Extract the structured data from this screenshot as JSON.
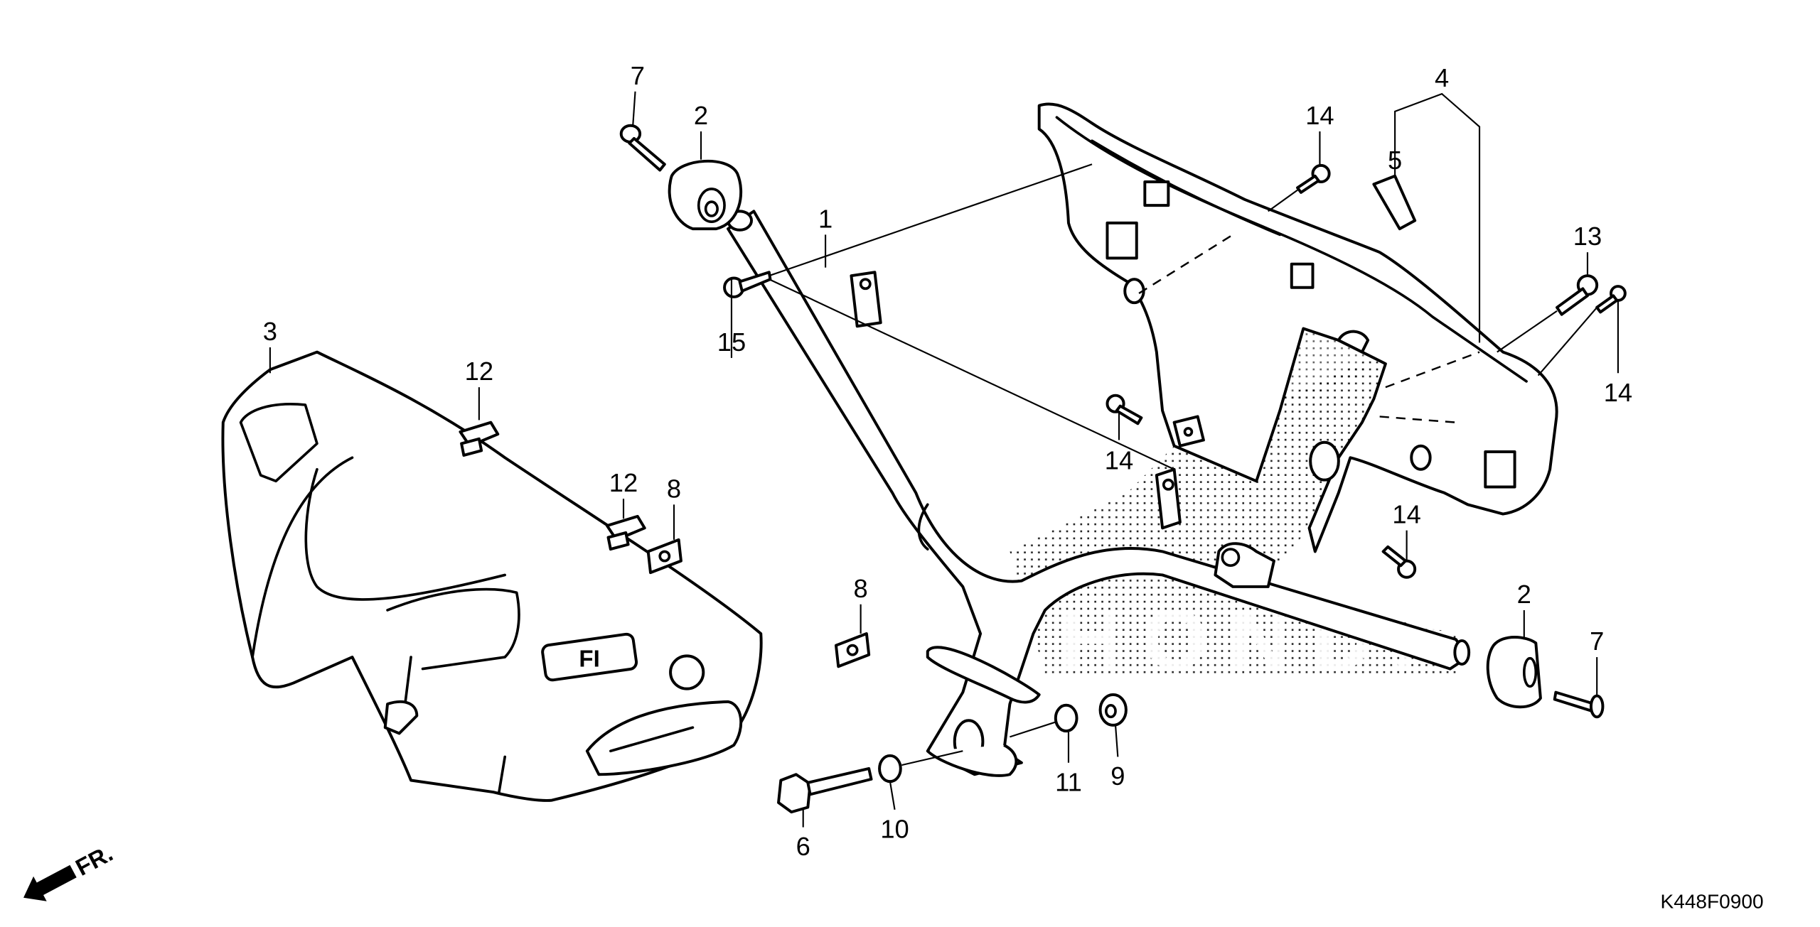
{
  "diagram": {
    "title": "Handle pipe / handle cover exploded parts diagram",
    "code": "K448F0900",
    "direction_indicator": "FR.",
    "watermark": "HONDA",
    "emblem_text": "FI",
    "callouts": [
      {
        "id": "c7a",
        "label": "7",
        "part": "bolt"
      },
      {
        "id": "c2a",
        "label": "2",
        "part": "handle weight bushing"
      },
      {
        "id": "c1",
        "label": "1",
        "part": "handle pipe"
      },
      {
        "id": "c3",
        "label": "3",
        "part": "front handle cover"
      },
      {
        "id": "c12a",
        "label": "12",
        "part": "clip"
      },
      {
        "id": "c12b",
        "label": "12",
        "part": "clip"
      },
      {
        "id": "c8a",
        "label": "8",
        "part": "clip nut"
      },
      {
        "id": "c8b",
        "label": "8",
        "part": "clip nut"
      },
      {
        "id": "c15",
        "label": "15",
        "part": "screw"
      },
      {
        "id": "c14a",
        "label": "14",
        "part": "tapping screw"
      },
      {
        "id": "c14b",
        "label": "14",
        "part": "tapping screw"
      },
      {
        "id": "c14c",
        "label": "14",
        "part": "tapping screw"
      },
      {
        "id": "c14d",
        "label": "14",
        "part": "tapping screw"
      },
      {
        "id": "c5",
        "label": "5",
        "part": "cushion"
      },
      {
        "id": "c4",
        "label": "4",
        "part": "rear handle cover"
      },
      {
        "id": "c13",
        "label": "13",
        "part": "screw"
      },
      {
        "id": "c2b",
        "label": "2",
        "part": "handle weight bushing"
      },
      {
        "id": "c7b",
        "label": "7",
        "part": "bolt"
      },
      {
        "id": "c6",
        "label": "6",
        "part": "flange bolt"
      },
      {
        "id": "c10",
        "label": "10",
        "part": "washer"
      },
      {
        "id": "c11",
        "label": "11",
        "part": "nut"
      },
      {
        "id": "c9",
        "label": "9",
        "part": "grommet"
      }
    ]
  }
}
